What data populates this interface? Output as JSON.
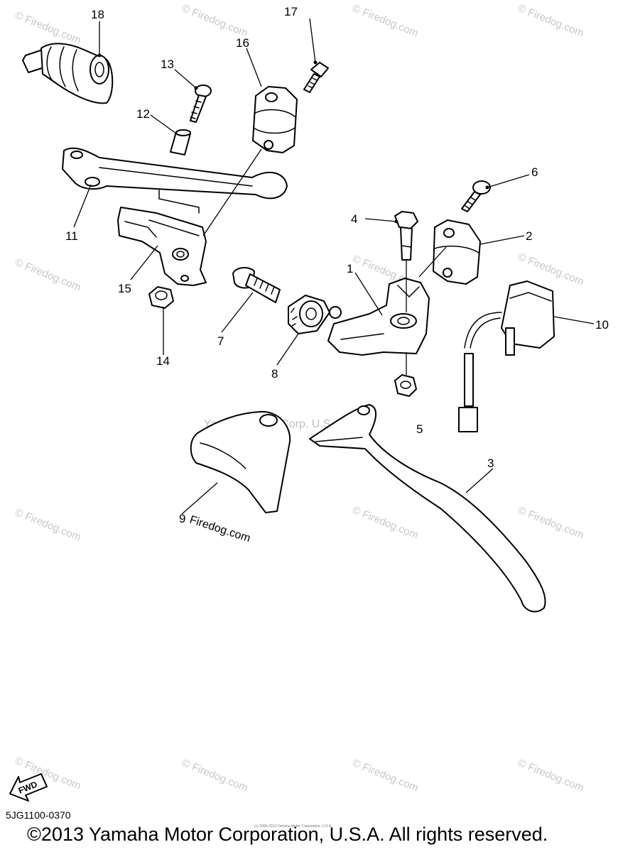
{
  "callouts": [
    "1",
    "2",
    "3",
    "4",
    "5",
    "6",
    "7",
    "8",
    "9",
    "10",
    "11",
    "12",
    "13",
    "14",
    "15",
    "16",
    "17",
    "18"
  ],
  "watermark_text": "© Firedog.com",
  "watermark_9_text": "Firedog.com",
  "center_watermark": "Yamaha Motor Corp. U.S.A.",
  "fwd_label": "FWD",
  "diagram_code": "5JG1100-0370",
  "tiny_copyright": "(c) 2000-2013 Yamaha Motor Corporation, U.S.A.",
  "copyright": "©2013 Yamaha Motor Corporation, U.S.A. All rights reserved."
}
